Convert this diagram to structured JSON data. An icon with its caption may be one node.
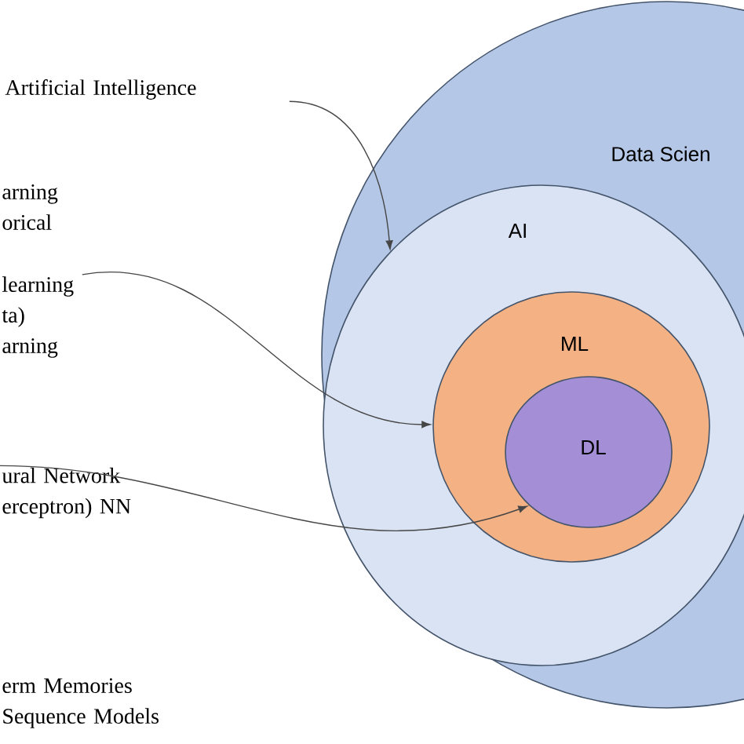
{
  "diagram": {
    "nodes": [
      {
        "text": [
          "Data Scien"
        ]
      },
      {
        "text": [
          "AI"
        ],
        "in": 0
      },
      {
        "text": [
          "ML"
        ],
        "in": 1
      },
      {
        "text": [
          "DL"
        ],
        "in": 2
      },
      {
        "text": [
          "Artificial Intelligence"
        ]
      },
      {
        "text": [
          "learning ta) arning"
        ]
      },
      {
        "text": [
          "ural Network erceptron) NN"
        ]
      }
    ],
    "edges": [
      {
        "from": 4,
        "to": 1,
        "arrow": "to"
      },
      {
        "from": 5,
        "to": 2,
        "arrow": "to"
      },
      {
        "from": 6,
        "to": 3,
        "arrow": "to"
      }
    ],
    "labels": [
      "arning orical",
      "erm Memories Sequence Models"
    ]
  }
}
